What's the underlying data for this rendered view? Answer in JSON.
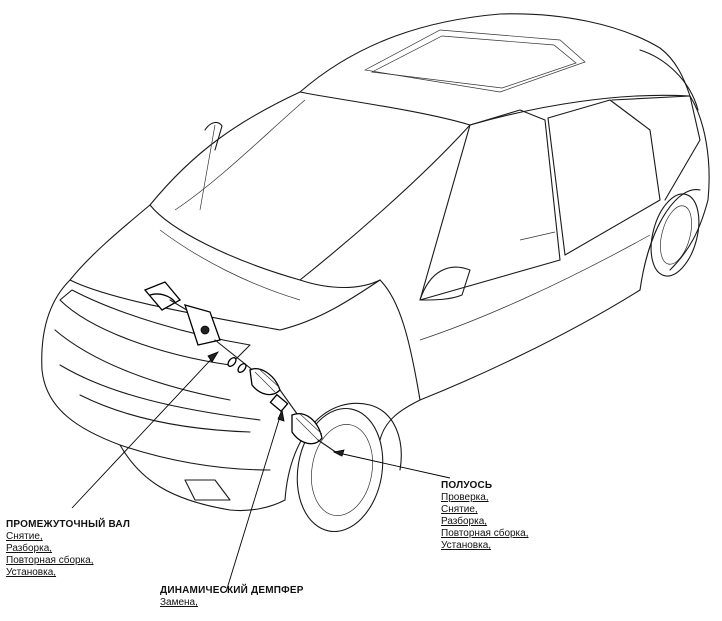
{
  "labels": {
    "intermediate_shaft": {
      "title": "ПРОМЕЖУТОЧНЫЙ ВАЛ",
      "items": [
        "Снятие,",
        "Разборка,",
        "Повторная сборка,",
        "Установка,"
      ]
    },
    "dynamic_damper": {
      "title": "ДИНАМИЧЕСКИЙ ДЕМПФЕР",
      "items": [
        "Замена,"
      ]
    },
    "half_shaft": {
      "title": "ПОЛУОСЬ",
      "items": [
        "Проверка,",
        "Снятие,",
        "Разборка,",
        "Повторная сборка,",
        "Установка,"
      ]
    }
  },
  "colors": {
    "line": "#1a1a1a",
    "background": "#ffffff"
  }
}
